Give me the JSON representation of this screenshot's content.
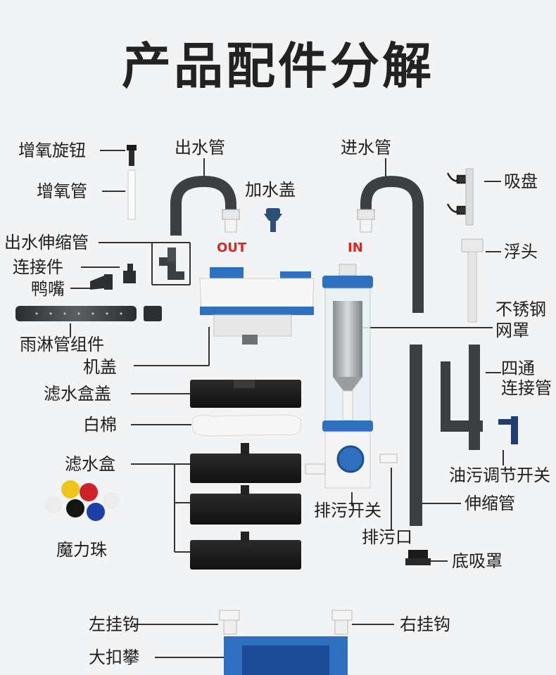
{
  "title": "产品配件分解",
  "tags": {
    "out": "OUT",
    "in": "IN"
  },
  "labels": {
    "aeration_knob": "增氧旋钮",
    "aeration_tube": "增氧管",
    "outlet_extension_tube": "出水伸缩管",
    "connector": "连接件",
    "duckbill": "鸭嘴",
    "rain_pipe_kit": "雨淋管组件",
    "machine_cover": "机盖",
    "filter_box_cover": "滤水盒盖",
    "white_cotton": "白棉",
    "filter_box": "滤水盒",
    "magic_balls": "魔力珠",
    "left_hook": "左挂钩",
    "big_clip": "大扣攀",
    "outlet_pipe": "出水管",
    "water_cap": "加水盖",
    "inlet_pipe": "进水管",
    "suction_cup": "吸盘",
    "float_head": "浮头",
    "stainless_mesh_line1": "不锈钢",
    "stainless_mesh_line2": "网罩",
    "four_way_line1": "四通",
    "four_way_line2": "连接管",
    "oil_switch": "油污调节开关",
    "drain_switch": "排污开关",
    "drain_port": "排污口",
    "telescopic_tube": "伸缩管",
    "bottom_cover": "底吸罩",
    "right_hook": "右挂钩"
  },
  "colors": {
    "accent_blue": "#2f6fc0",
    "pipe_gray": "#3c4043",
    "out_in_red": "#e2241c",
    "ball_yellow": "#f0c419",
    "ball_red": "#d0202a",
    "ball_black": "#151515",
    "ball_blue": "#1d3fa8",
    "ball_white": "#ececec"
  }
}
